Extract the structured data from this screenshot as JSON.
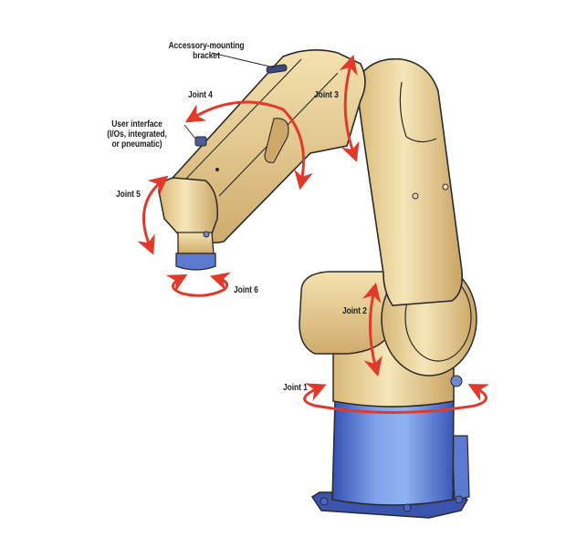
{
  "diagram": {
    "subject": "Six-axis articulated industrial robot arm",
    "colors": {
      "arm_body": "#EFD9A0",
      "arm_shadow": "#C9A465",
      "outline": "#2B2A28",
      "base_blue": "#4A66C8",
      "base_highlight": "#8FB3F0",
      "arrow_red": "#E23A2A",
      "background": "#FFFFFF"
    },
    "labels": {
      "accessory_bracket": {
        "line1": "Accessory-mounting",
        "line2": "bracket"
      },
      "user_interface": {
        "line1": "User interface",
        "line2": "(I/Os, integrated,",
        "line3": "or pneumatic)"
      },
      "joint1": "Joint 1",
      "joint2": "Joint 2",
      "joint3": "Joint 3",
      "joint4": "Joint 4",
      "joint5": "Joint 5",
      "joint6": "Joint 6"
    }
  }
}
